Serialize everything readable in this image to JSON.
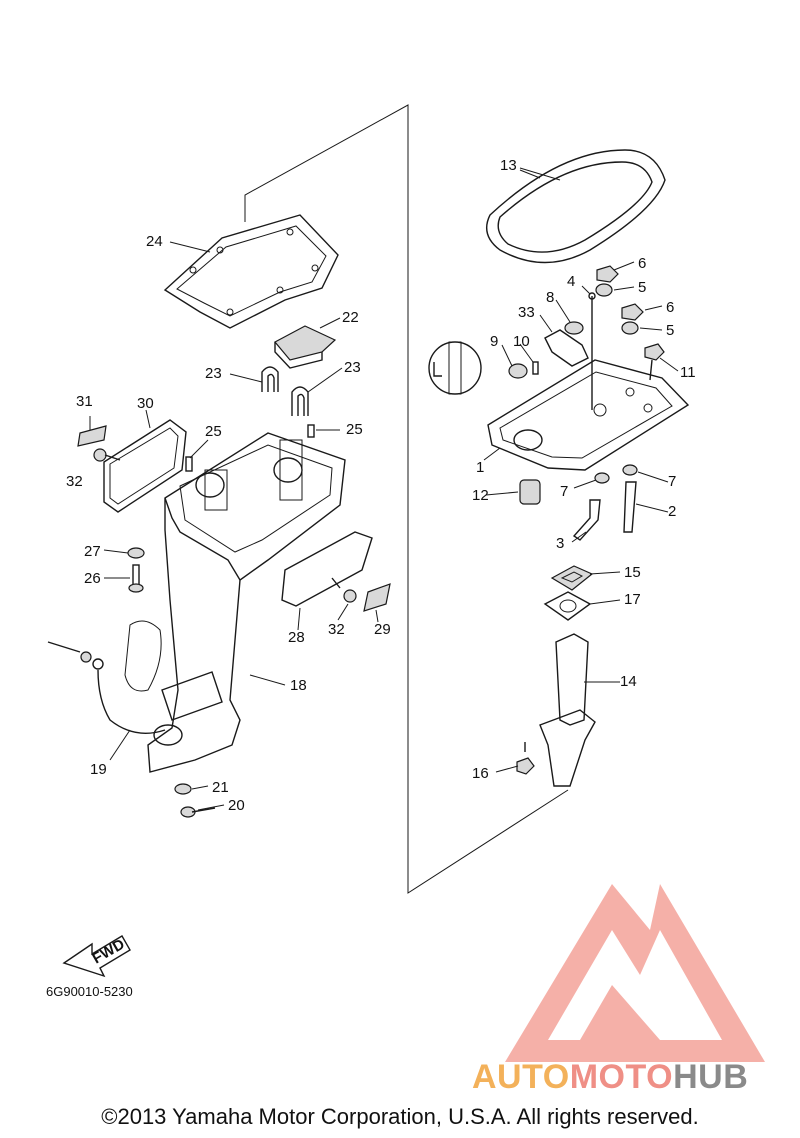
{
  "part_labels": {
    "p1": "1",
    "p2": "2",
    "p3": "3",
    "p4": "4",
    "p5a": "5",
    "p5b": "5",
    "p6a": "6",
    "p6b": "6",
    "p7a": "7",
    "p7b": "7",
    "p8": "8",
    "p9": "9",
    "p10": "10",
    "p11": "11",
    "p12": "12",
    "p13": "13",
    "p14": "14",
    "p15": "15",
    "p16": "16",
    "p17": "17",
    "p18": "18",
    "p19": "19",
    "p20": "20",
    "p21": "21",
    "p22": "22",
    "p23a": "23",
    "p23b": "23",
    "p24": "24",
    "p25a": "25",
    "p25b": "25",
    "p26": "26",
    "p27": "27",
    "p28": "28",
    "p29": "29",
    "p30": "30",
    "p31": "31",
    "p32a": "32",
    "p32b": "32",
    "p33": "33"
  },
  "fwd_label": "FWD",
  "reference_code": "6G90010-5230",
  "copyright": "©2013 Yamaha Motor Corporation, U.S.A. All rights reserved.",
  "watermark": {
    "part1": "AUTO",
    "part2": "MOTO",
    "part3": "HUB",
    "colors": {
      "auto": "#f3b15a",
      "moto": "#ef8f86",
      "hub": "#8a8a8a",
      "logo": "#f4a39a"
    }
  }
}
